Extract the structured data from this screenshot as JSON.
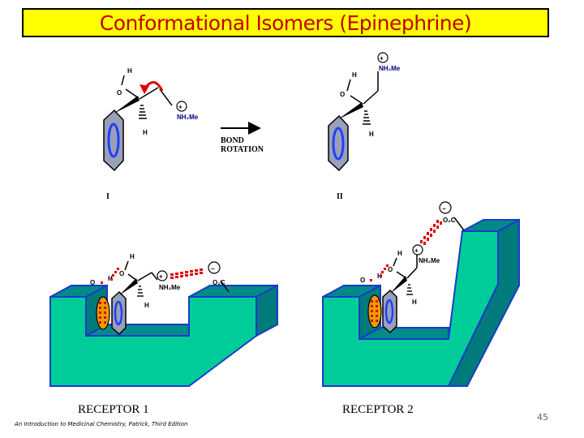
{
  "slide": {
    "title": "Conformational Isomers (Epinephrine)",
    "credit": "An Introduction to Medicinal Chemistry, Patrick, Third Edition",
    "page_number": "45"
  },
  "structures": {
    "isomer_1_label": "I",
    "isomer_2_label": "II",
    "arrow_label_line1": "BOND",
    "arrow_label_line2": "ROTATION"
  },
  "atoms": {
    "h": "H",
    "o": "O",
    "amine": "NH₂Me",
    "carboxylate": "O₂C",
    "plus": "+",
    "minus": "−"
  },
  "receptors": {
    "receptor_1": "RECEPTOR 1",
    "receptor_2": "RECEPTOR 2"
  },
  "colors": {
    "title_bg": "#ffff00",
    "title_text": "#c00000",
    "receptor_face": "#00cc99",
    "receptor_outline": "#1a3cc8",
    "receptor_top": "#008a8a",
    "binding_dash": "#e00000",
    "ring_fill": "#9aa0b8",
    "ring_inner": "#2040ff"
  }
}
